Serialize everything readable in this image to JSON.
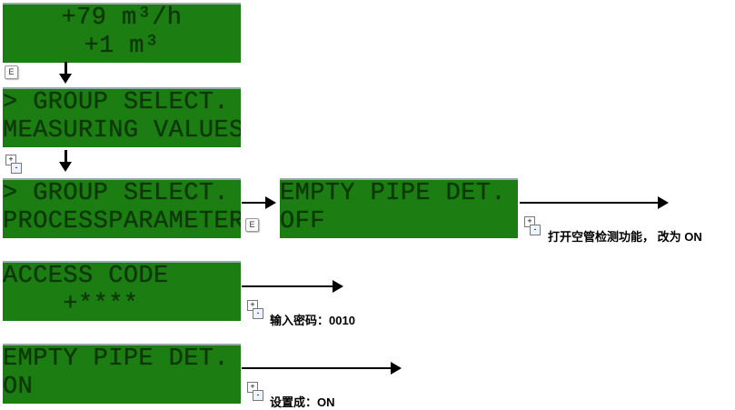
{
  "screens": [
    {
      "line1": "+79 m³/h",
      "line2": "+1 m³"
    },
    {
      "line1": "> GROUP SELECT. <",
      "line2": "MEASURING VALUES"
    },
    {
      "line1": "> GROUP SELECT. <",
      "line2": "PROCESSPARAMETER"
    },
    {
      "line1": "EMPTY PIPE DET.",
      "line2": "OFF"
    },
    {
      "line1": "ACCESS CODE",
      "line2": "    +****"
    },
    {
      "line1": "EMPTY PIPE DET.",
      "line2": "ON"
    }
  ],
  "keys": {
    "enter": "E",
    "plus": "+",
    "minus": "-"
  },
  "notes": {
    "enable": "打开空管检测功能， 改为 ON",
    "password": "输入密码：0010",
    "set": "设置成：ON"
  },
  "colors": {
    "lcd": "#1b7d12",
    "text": "#0c2a08"
  }
}
